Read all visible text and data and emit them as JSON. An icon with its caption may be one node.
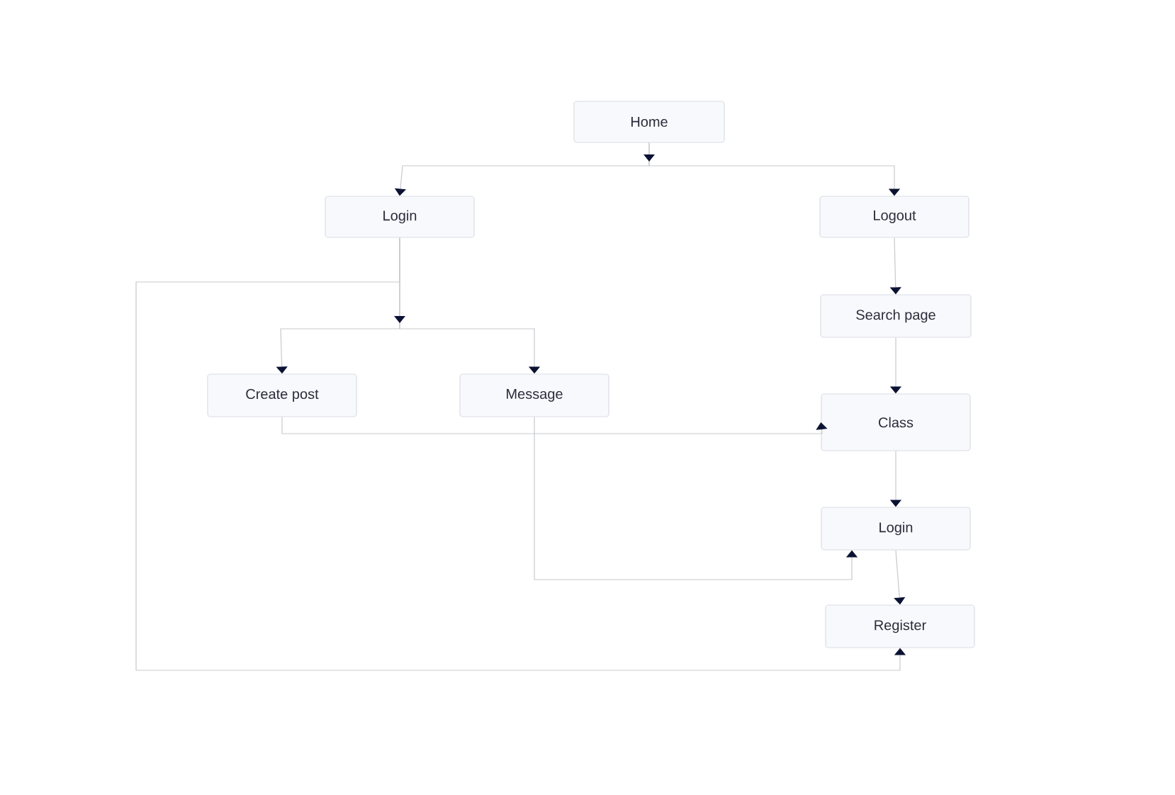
{
  "diagram": {
    "nodes": [
      {
        "text": [
          "Home"
        ]
      },
      {
        "text": [
          "Login"
        ]
      },
      {
        "text": [
          "Logout"
        ]
      },
      {
        "text": [
          "Search page"
        ]
      },
      {
        "text": [
          "Create post"
        ]
      },
      {
        "text": [
          "Message"
        ]
      },
      {
        "text": [
          "Class"
        ]
      },
      {
        "text": [
          "Login"
        ]
      },
      {
        "text": [
          "Register"
        ]
      }
    ],
    "edges": [
      {
        "from": 0,
        "to": 1,
        "arrow": "to"
      },
      {
        "from": 0,
        "to": 2,
        "arrow": "to"
      },
      {
        "from": 2,
        "to": 3,
        "arrow": "to"
      },
      {
        "from": 3,
        "to": 6,
        "arrow": "to"
      },
      {
        "from": 6,
        "to": 7,
        "arrow": "to"
      },
      {
        "from": 7,
        "to": 8,
        "arrow": "to"
      },
      {
        "from": 1,
        "to": 4,
        "arrow": "to"
      },
      {
        "from": 1,
        "to": 5,
        "arrow": "to"
      },
      {
        "from": 4,
        "to": 6,
        "arrow": "to"
      },
      {
        "from": 5,
        "to": 7,
        "arrow": "to"
      },
      {
        "from": 1,
        "to": 8,
        "arrow": "to"
      }
    ]
  }
}
